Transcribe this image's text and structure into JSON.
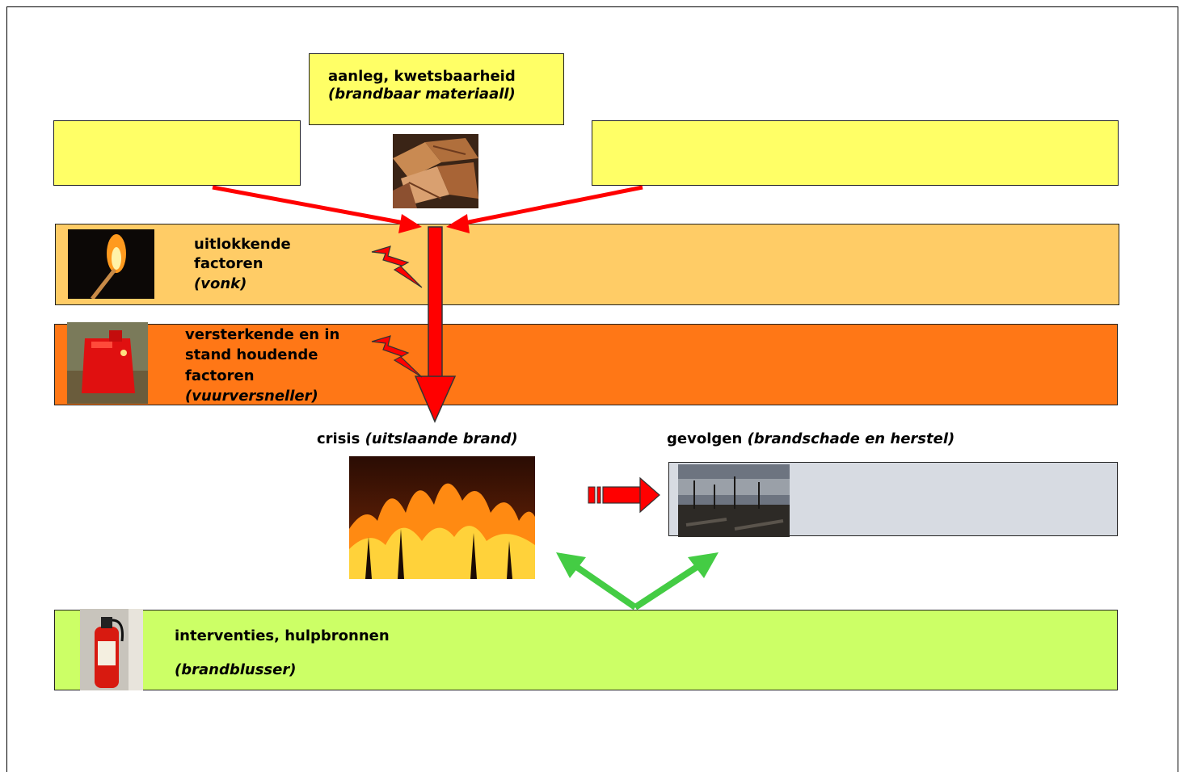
{
  "top_center": {
    "title": "aanleg, kwetsbaarheid",
    "subtitle": "(brandbaar materiaall)"
  },
  "trigger": {
    "line1": "uitlokkende",
    "line2": "factoren",
    "subtitle": "(vonk)"
  },
  "amplifier": {
    "line1": "versterkende en in",
    "line2": "stand houdende",
    "line3": "factoren",
    "subtitle": "(vuurversneller)"
  },
  "crisis": {
    "label": "crisis",
    "subtitle": "(uitslaande brand)"
  },
  "consequences": {
    "label": "gevolgen",
    "subtitle": "(brandschade en herstel)"
  },
  "interventions": {
    "title": "interventies, hulpbronnen",
    "subtitle": "(brandblusser)"
  },
  "colors": {
    "yellow_box": "#ffff66",
    "light_orange": "#ffcc66",
    "dark_orange": "#ff7716",
    "grey_box": "#d7dbe2",
    "green_box": "#ccff66",
    "red_arrow": "#ff0000",
    "green_arrow": "#44cc44"
  },
  "icons": [
    "wood-pile-icon",
    "match-flame-icon",
    "jerrycan-icon",
    "forest-fire-icon",
    "burnt-forest-icon",
    "fire-extinguisher-icon",
    "lightning-bolt-icon"
  ]
}
